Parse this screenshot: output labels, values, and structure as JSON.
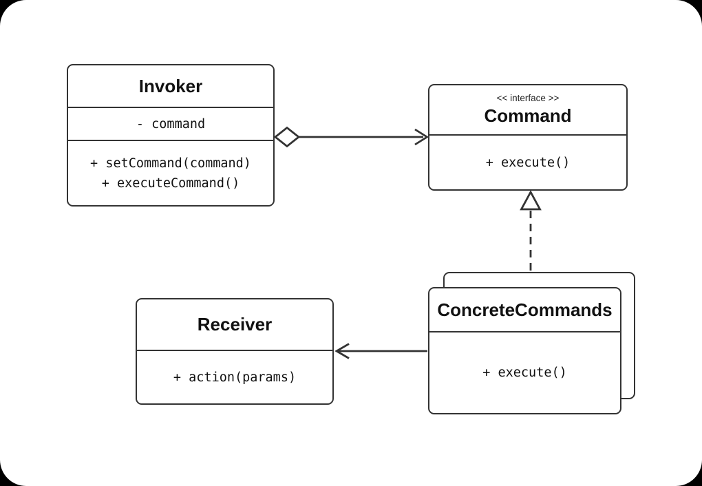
{
  "diagram": {
    "kind": "uml-class-diagram",
    "pattern_name": "Command design pattern",
    "colors": {
      "line": "#333333",
      "canvas_background": "#ffffff",
      "page_background": "#000000",
      "text": "#111111"
    },
    "classes": {
      "invoker": {
        "name": "Invoker",
        "attributes": [
          "- command"
        ],
        "methods": [
          "+ setCommand(command)",
          "+ executeCommand()"
        ]
      },
      "command": {
        "stereotype": "<< interface >>",
        "name": "Command",
        "methods": [
          "+ execute()"
        ]
      },
      "receiver": {
        "name": "Receiver",
        "methods": [
          "+ action(params)"
        ]
      },
      "concrete_commands": {
        "name": "ConcreteCommands",
        "methods": [
          "+ execute()"
        ],
        "stacked": true
      }
    },
    "relationships": [
      {
        "type": "aggregation",
        "from": "invoker",
        "to": "command",
        "line": "solid",
        "marker_from": "hollow-diamond",
        "marker_to": "open-arrow"
      },
      {
        "type": "realization",
        "from": "concrete_commands",
        "to": "command",
        "line": "dashed",
        "marker_to": "hollow-triangle"
      },
      {
        "type": "association",
        "from": "concrete_commands",
        "to": "receiver",
        "line": "solid",
        "marker_to": "open-arrow"
      }
    ]
  }
}
